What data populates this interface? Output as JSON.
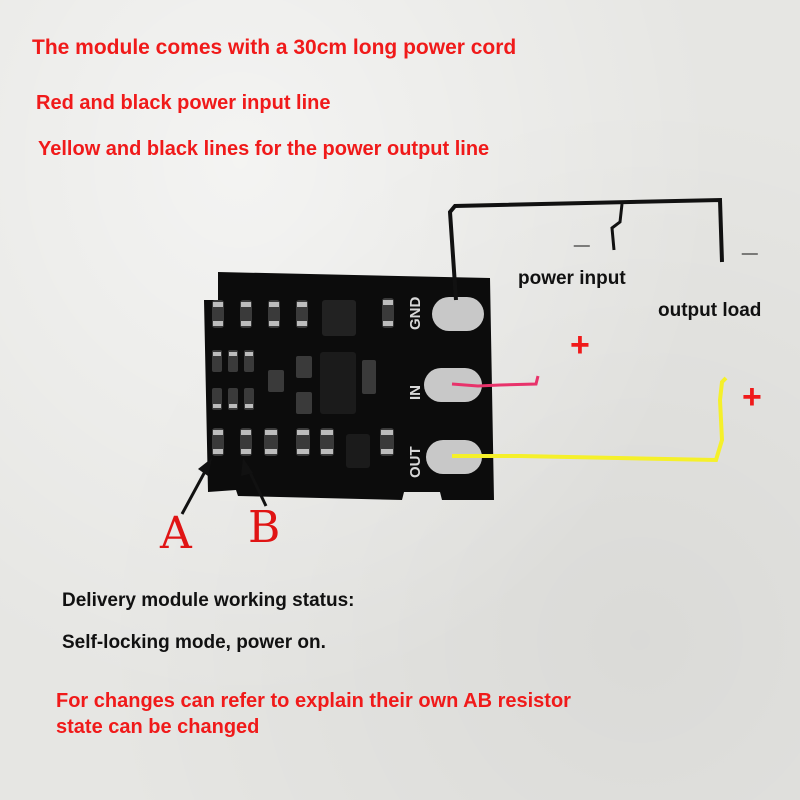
{
  "heading_lines": [
    "The module comes with a 30cm long power cord",
    "Red and black power input line",
    "Yellow and black lines for the power output line"
  ],
  "labels": {
    "power_input": "power input",
    "output_load": "output load",
    "minus_input": "_",
    "minus_output": "_",
    "plus_input": "+",
    "plus_output": "+",
    "pin_gnd": "GND",
    "pin_in": "IN",
    "pin_out": "OUT",
    "marker_a": "A",
    "marker_b": "B"
  },
  "status": {
    "title": "Delivery module working status:",
    "mode": "Self-locking mode, power on."
  },
  "footer_lines": [
    "For changes can refer to explain their own AB resistor",
    "state can be changed"
  ],
  "colors": {
    "text_red": "#f01a1a",
    "board": "#0c0c0c",
    "wire_black": "#111111",
    "wire_red": "#e8336b",
    "wire_yellow": "#f5f02a",
    "pad": "#c8c8c8"
  }
}
